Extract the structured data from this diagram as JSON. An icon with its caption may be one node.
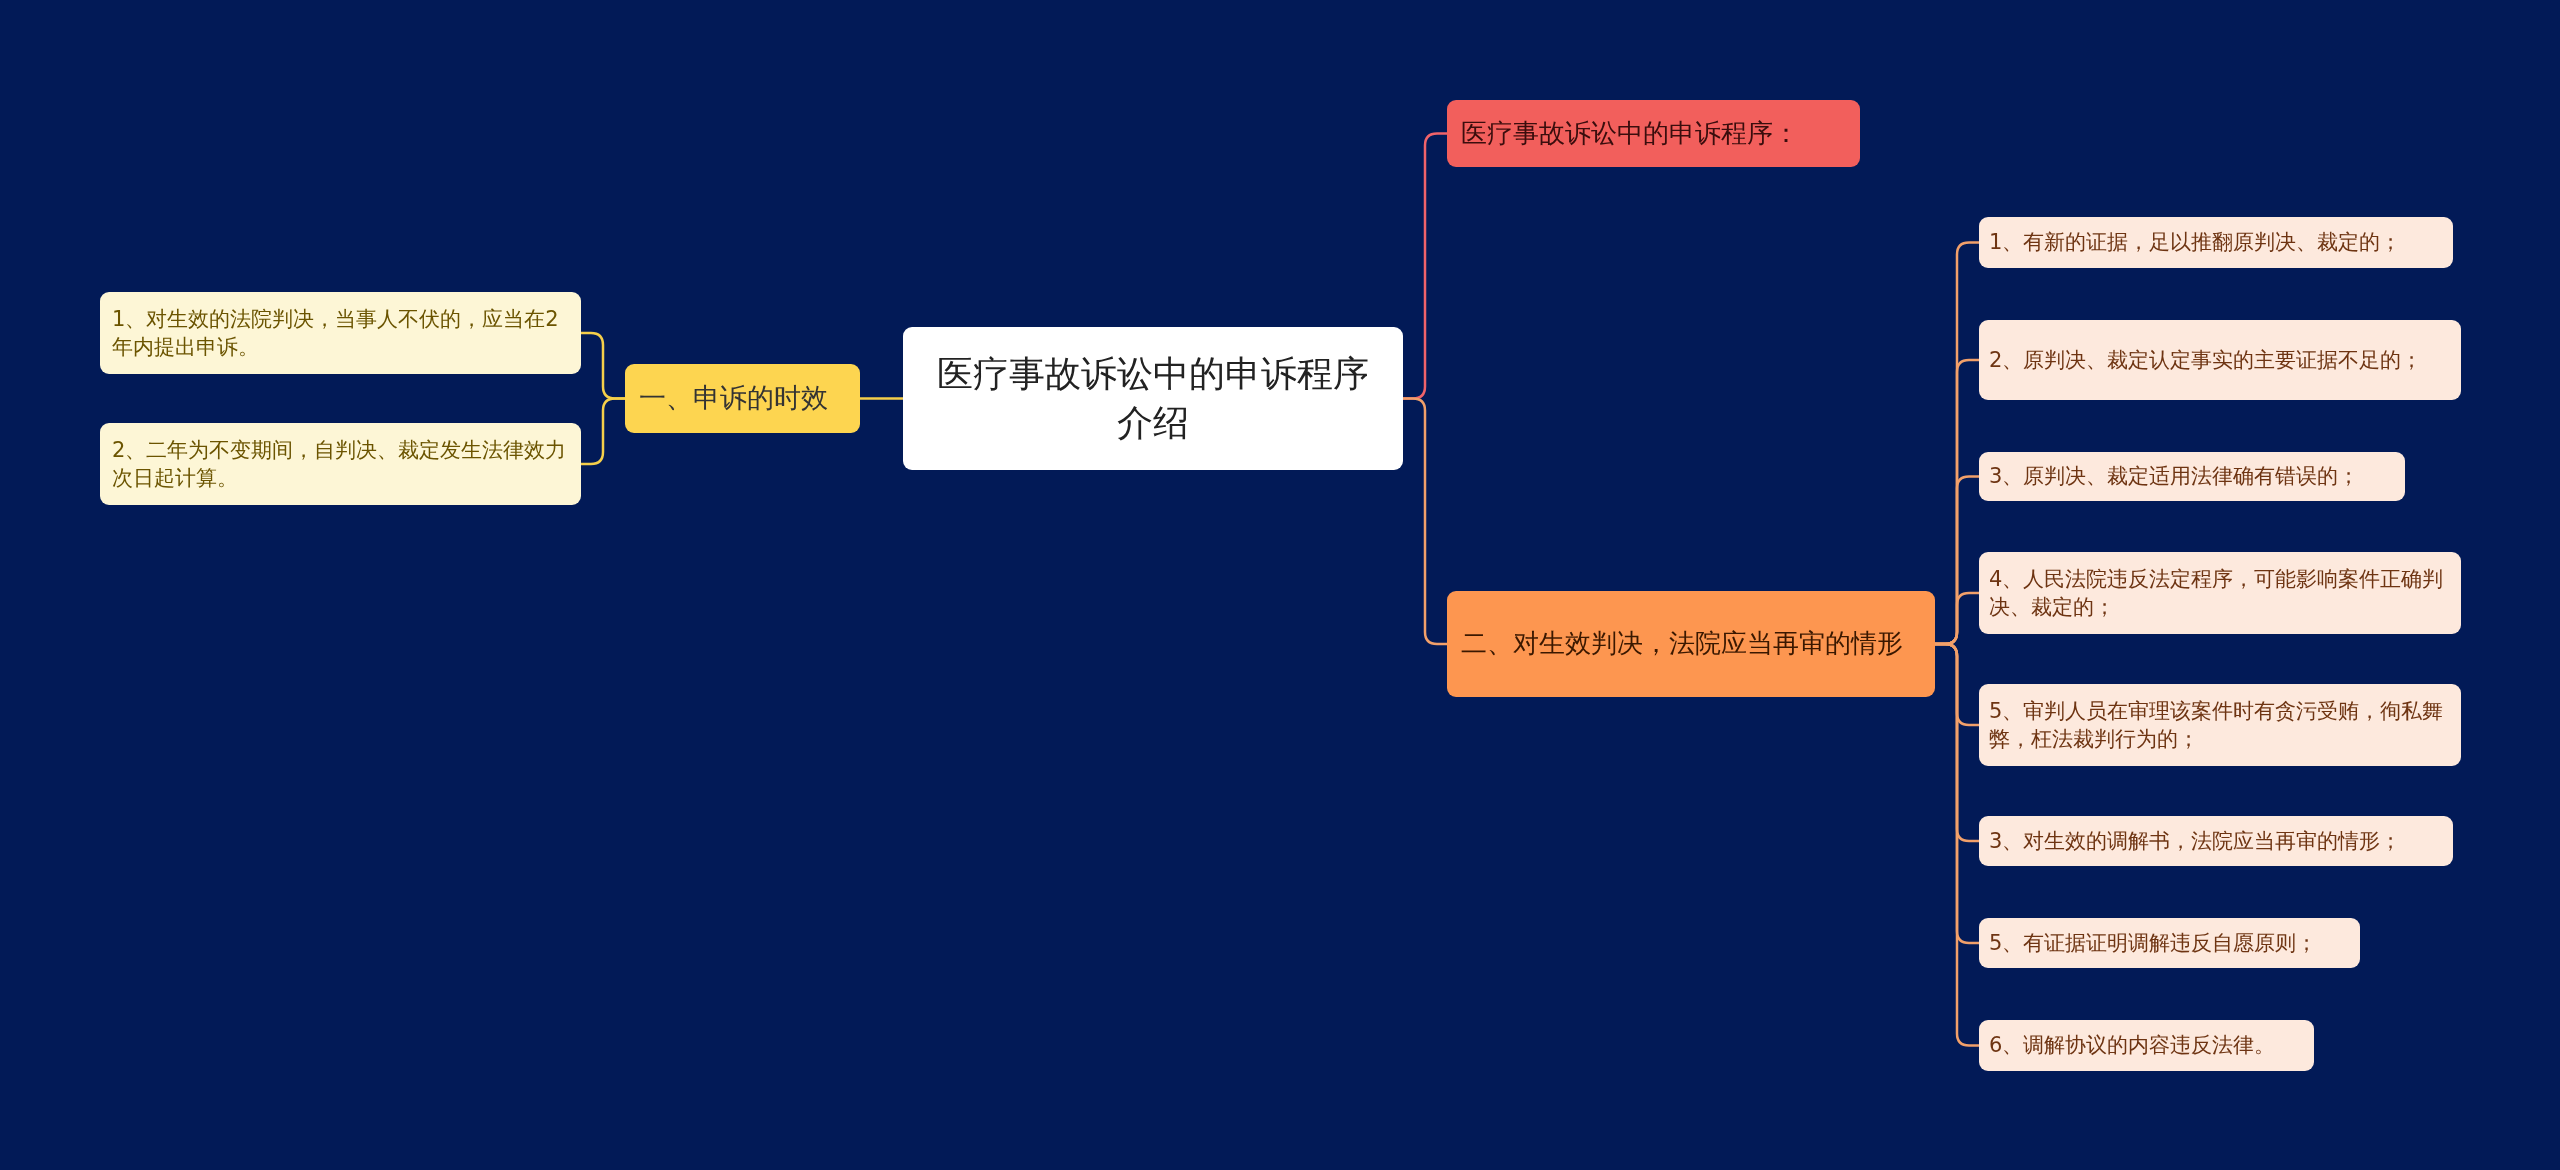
{
  "diagram": {
    "nodes": [
      {
        "text": [
          "医疗事故诉讼中的申诉程序介绍"
        ]
      },
      {
        "text": [
          "一、申诉的时效"
        ]
      },
      {
        "text": [
          "1、对生效的法院判决，当事人不伏的，应当在2年内提出申诉。"
        ]
      },
      {
        "text": [
          "2、二年为不变期间，自判决、裁定发生法律效力次日起计算。"
        ]
      },
      {
        "text": [
          "医疗事故诉讼中的申诉程序："
        ]
      },
      {
        "text": [
          "二、对生效判决，法院应当再审的情形"
        ]
      },
      {
        "text": [
          "1、有新的证据，足以推翻原判决、裁定的；"
        ]
      },
      {
        "text": [
          "2、原判决、裁定认定事实的主要证据不足的；"
        ]
      },
      {
        "text": [
          "3、原判决、裁定适用法律确有错误的；"
        ]
      },
      {
        "text": [
          "4、人民法院违反法定程序，可能影响案件正确判决、裁定的；"
        ]
      },
      {
        "text": [
          "5、审判人员在审理该案件时有贪污受贿，徇私舞弊，枉法裁判行为的；"
        ]
      },
      {
        "text": [
          "3、对生效的调解书，法院应当再审的情形；"
        ]
      },
      {
        "text": [
          "5、有证据证明调解违反自愿原则；"
        ]
      },
      {
        "text": [
          "6、调解协议的内容违反法律。"
        ]
      }
    ],
    "edges": [
      {
        "from": 0,
        "to": 1,
        "arrow": "none",
        "color": "#f5cf4a"
      },
      {
        "from": 1,
        "to": 2,
        "arrow": "none",
        "color": "#f5cf4a"
      },
      {
        "from": 1,
        "to": 3,
        "arrow": "none",
        "color": "#f5cf4a"
      },
      {
        "from": 0,
        "to": 4,
        "arrow": "none",
        "color": "#f0636a"
      },
      {
        "from": 0,
        "to": 5,
        "arrow": "none"
      },
      {
        "from": 5,
        "to": 6,
        "arrow": "none"
      },
      {
        "from": 5,
        "to": 7,
        "arrow": "none"
      },
      {
        "from": 5,
        "to": 8,
        "arrow": "none"
      },
      {
        "from": 5,
        "to": 9,
        "arrow": "none"
      },
      {
        "from": 5,
        "to": 10,
        "arrow": "none"
      },
      {
        "from": 5,
        "to": 11,
        "arrow": "none"
      },
      {
        "from": 5,
        "to": 12,
        "arrow": "none"
      },
      {
        "from": 5,
        "to": 13,
        "arrow": "none"
      }
    ]
  }
}
